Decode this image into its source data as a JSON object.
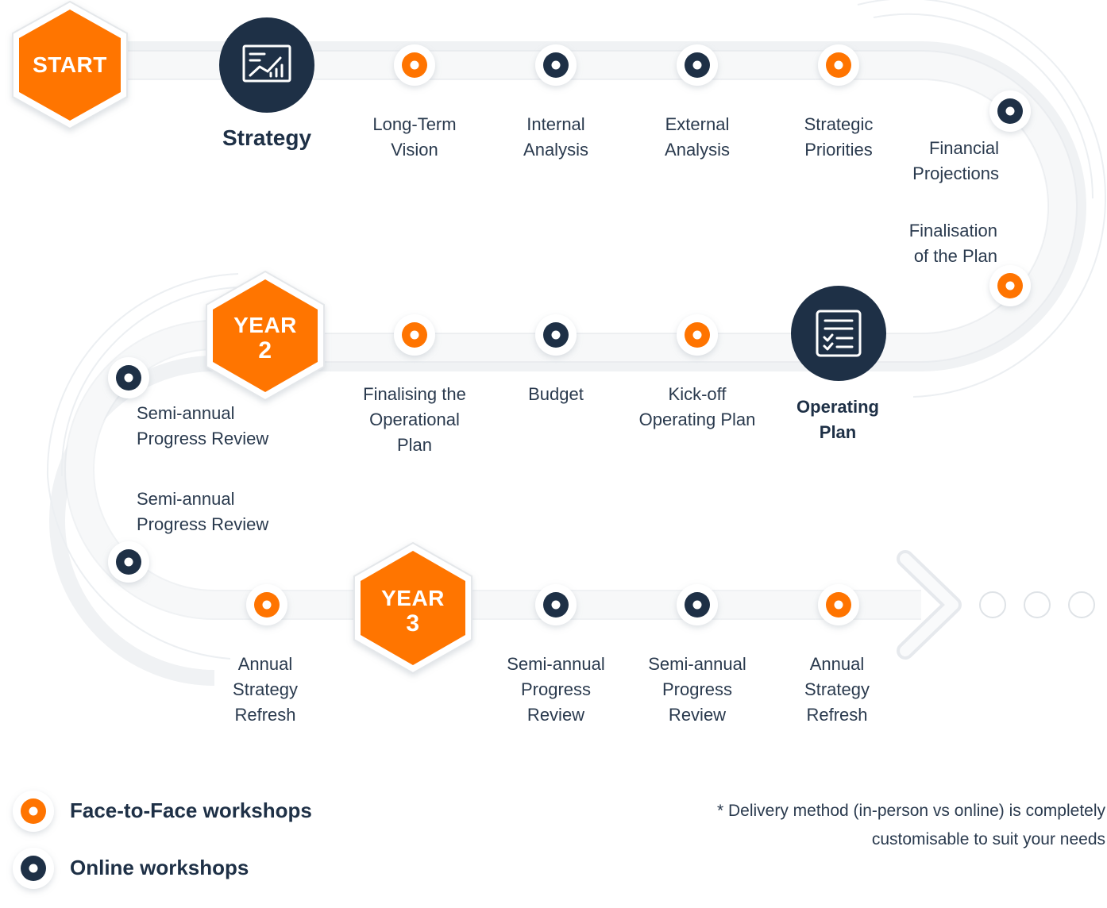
{
  "start": {
    "label": "START"
  },
  "strategy": {
    "title": "Strategy",
    "icon": "chart-presentation-icon"
  },
  "operating": {
    "title_line1": "Operating",
    "title_line2": "Plan",
    "icon": "checklist-icon"
  },
  "year2": {
    "line1": "YEAR",
    "line2": "2"
  },
  "year3": {
    "line1": "YEAR",
    "line2": "3"
  },
  "row1": {
    "long_term_vision": [
      "Long-Term",
      "Vision"
    ],
    "internal_analysis": [
      "Internal",
      "Analysis"
    ],
    "external_analysis": [
      "External",
      "Analysis"
    ],
    "strategic_priorities": [
      "Strategic",
      "Priorities"
    ],
    "financial_projections": [
      "Financial",
      "Projections"
    ],
    "finalisation_plan": [
      "Finalisation",
      "of the Plan"
    ]
  },
  "row2": {
    "finalising_operational": [
      "Finalising the",
      "Operational",
      "Plan"
    ],
    "budget": [
      "Budget"
    ],
    "kickoff": [
      "Kick-off",
      "Operating Plan"
    ],
    "semi_annual_top": [
      "Semi-annual",
      "Progress Review"
    ],
    "semi_annual_bottom": [
      "Semi-annual",
      "Progress Review"
    ]
  },
  "row3": {
    "annual_refresh_left": [
      "Annual",
      "Strategy",
      "Refresh"
    ],
    "semi_annual_1": [
      "Semi-annual",
      "Progress",
      "Review"
    ],
    "semi_annual_2": [
      "Semi-annual",
      "Progress",
      "Review"
    ],
    "annual_refresh_right": [
      "Annual",
      "Strategy",
      "Refresh"
    ]
  },
  "legend": {
    "face_to_face": "Face-to-Face workshops",
    "online": "Online workshops"
  },
  "note": {
    "line1": "* Delivery method (in-person vs online) is completely",
    "line2": "customisable to suit your needs"
  },
  "colors": {
    "orange": "#ff7400",
    "navy": "#1e3046",
    "track": "#e2e6ea"
  }
}
